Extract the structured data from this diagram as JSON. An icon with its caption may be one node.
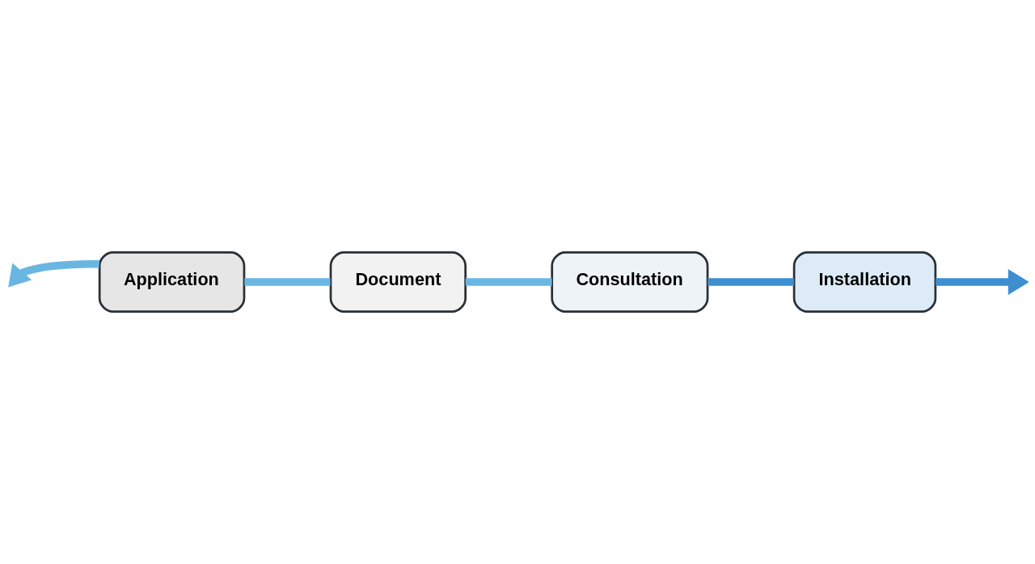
{
  "diagram": {
    "nodes": [
      {
        "text": [
          "Application"
        ]
      },
      {
        "text": [
          "Document"
        ]
      },
      {
        "text": [
          "Consultation"
        ]
      },
      {
        "text": [
          "Installation"
        ]
      }
    ],
    "edges": [
      {
        "from": 0,
        "to": null,
        "arrow": "to"
      },
      {
        "from": 0,
        "to": 1,
        "arrow": "none"
      },
      {
        "from": 1,
        "to": 2,
        "arrow": "none"
      },
      {
        "from": 2,
        "to": 3,
        "arrow": "none",
        "color": "#3d8fd1"
      },
      {
        "from": 3,
        "to": null,
        "arrow": "to",
        "color": "#3d8fd1"
      }
    ]
  }
}
